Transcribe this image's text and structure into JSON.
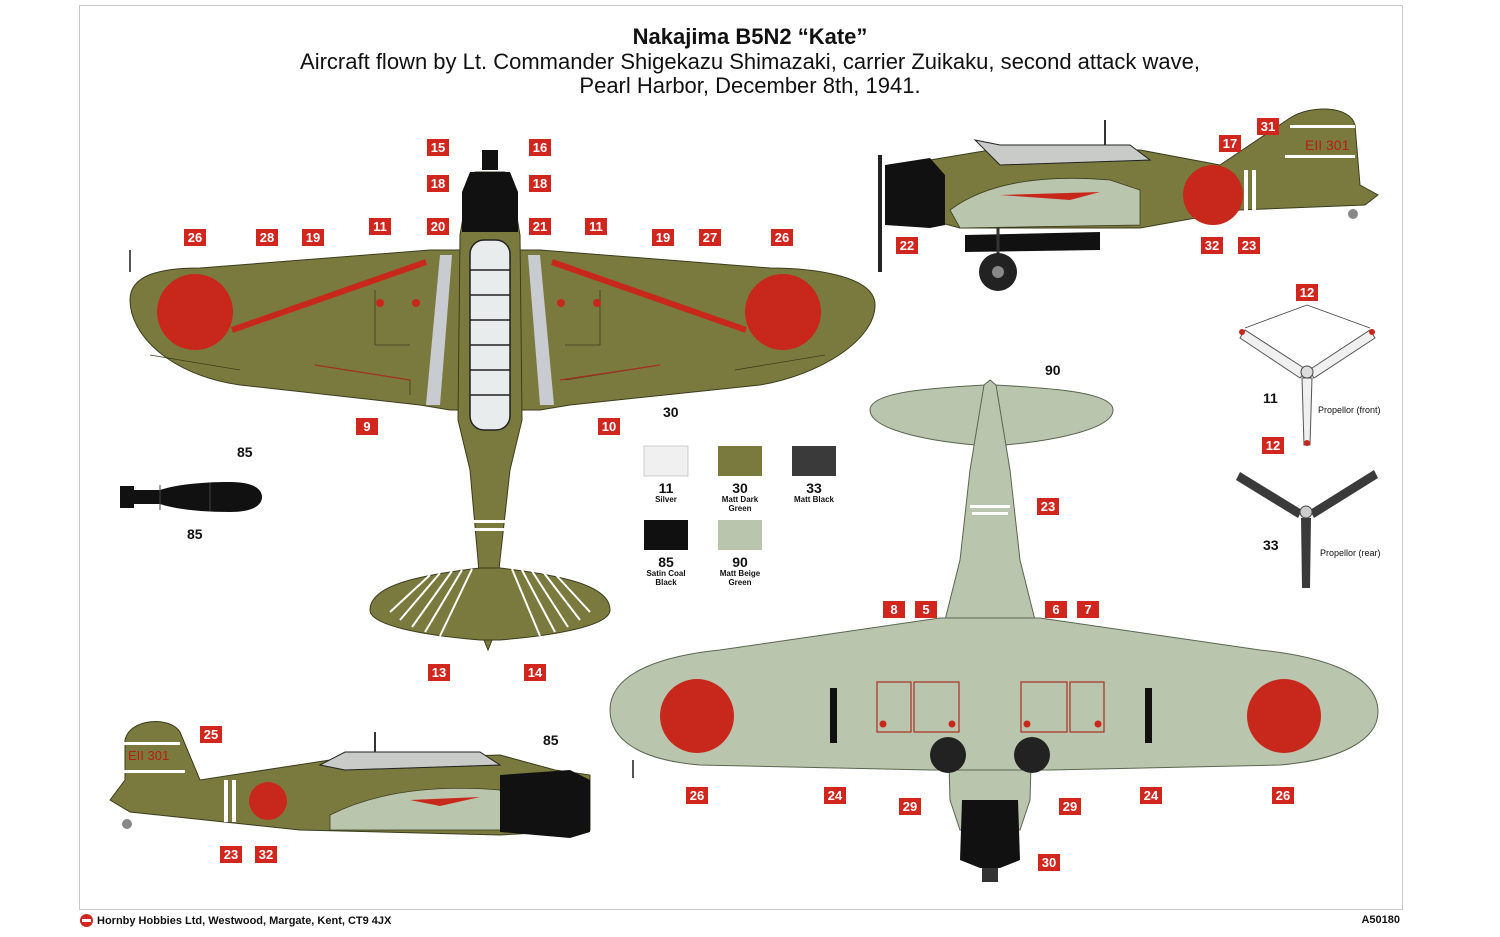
{
  "header": {
    "title": "Nakajima B5N2 “Kate”",
    "subtitle_line1": "Aircraft flown by Lt. Commander Shigekazu Shimazaki, carrier Zuikaku, second attack wave,",
    "subtitle_line2": "Pearl Harbor, December 8th, 1941."
  },
  "colors": {
    "dark_green": "#7a7a3e",
    "beige_green": "#b9c5ac",
    "hinomaru": "#c8281c",
    "black": "#111111",
    "silver": "#c8ccd0",
    "tag_red": "#d0261e"
  },
  "tail_code": "EII 301",
  "paint_key": [
    {
      "code": "11",
      "name": "Silver",
      "color": "#f0f0f0"
    },
    {
      "code": "30",
      "name": "Matt Dark Green",
      "color": "#7a7a3e"
    },
    {
      "code": "33",
      "name": "Matt Black",
      "color": "#3a3a3a"
    },
    {
      "code": "85",
      "name": "Satin Coal Black",
      "color": "#101010"
    },
    {
      "code": "90",
      "name": "Matt Beige Green",
      "color": "#b9c5ac"
    }
  ],
  "propellers": {
    "front_label": "Propellor (front)",
    "rear_label": "Propellor (rear)",
    "front_color_code": "11",
    "rear_color_code": "33",
    "tip_tag": "12"
  },
  "callouts": {
    "top_view": [
      "26",
      "28",
      "19",
      "11",
      "20",
      "15",
      "18",
      "16",
      "18",
      "21",
      "11",
      "19",
      "27",
      "26",
      "9",
      "10",
      "13",
      "14"
    ],
    "top_plain": "30",
    "bomb": [
      "85",
      "85"
    ],
    "side_right": [
      "17",
      "31",
      "22",
      "32",
      "23"
    ],
    "side_left": [
      "25",
      "23",
      "32"
    ],
    "side_left_plain": "85",
    "under_view": [
      "23",
      "8",
      "5",
      "6",
      "7",
      "26",
      "24",
      "29",
      "29",
      "24",
      "26",
      "30"
    ],
    "under_plain": "90"
  },
  "footer": {
    "company": "Hornby Hobbies Ltd, Westwood, Margate, Kent, CT9 4JX",
    "code": "A50180"
  }
}
